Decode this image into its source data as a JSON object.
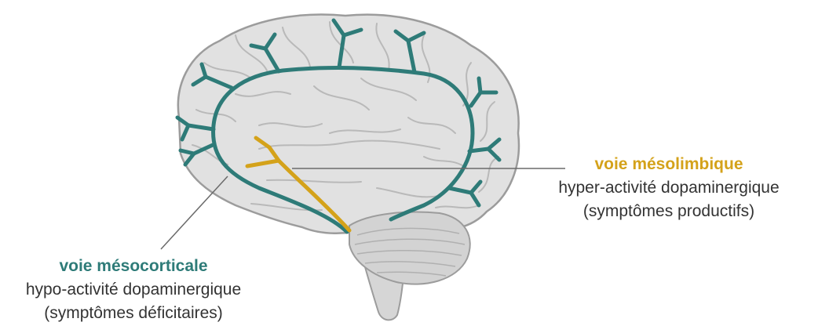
{
  "colors": {
    "mesocortical": "#2e7b78",
    "mesolimbic": "#d4a21a",
    "brain_fill": "#e1e1e1",
    "brain_outline": "#9c9c9c",
    "pointer": "#6a6a6a",
    "text": "#333333"
  },
  "pathways": {
    "mesolimbic": {
      "title": "voie mésolimbique",
      "line1": "hyper-activité dopaminergique",
      "line2": "(symptômes productifs)"
    },
    "mesocortical": {
      "title": "voie mésocorticale",
      "line1": "hypo-activité dopaminergique",
      "line2": "(symptômes déficitaires)"
    }
  }
}
